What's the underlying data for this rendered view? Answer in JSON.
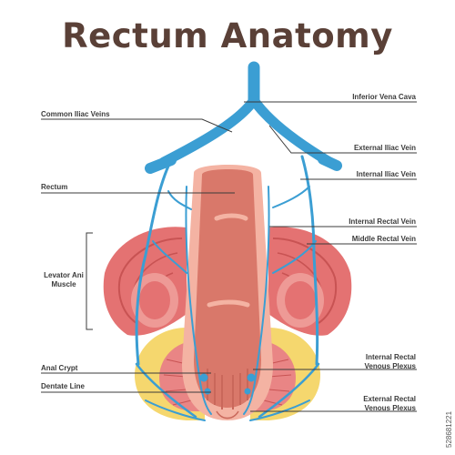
{
  "title": "Rectum Anatomy",
  "labels": {
    "common_iliac_veins": "Common Iliac Veins",
    "inferior_vena_cava": "Inferior Vena Cava",
    "external_iliac_vein": "External Iliac Vein",
    "internal_iliac_vein": "Internal Iliac Vein",
    "rectum": "Rectum",
    "internal_rectal_vein": "Internal Rectal Vein",
    "middle_rectal_vein": "Middle Rectal Vein",
    "levator_ani_line1": "Levator Ani",
    "levator_ani_line2": "Muscle",
    "anal_crypt": "Anal Crypt",
    "dentate_line": "Dentate Line",
    "internal_plexus_line1": "Internal Rectal",
    "internal_plexus_line2": "Venous Plexus",
    "external_plexus_line1": "External Rectal",
    "external_plexus_line2": "Venous Plexus"
  },
  "stock_id": "528681221",
  "colors": {
    "title": "#5a4037",
    "vein": "#3b9ed3",
    "muscle": "#e47272",
    "rectum_wall": "#f4b3a3",
    "rectum_inner": "#d9786a",
    "fat": "#f5d76e",
    "leader": "#3b3b3b"
  }
}
